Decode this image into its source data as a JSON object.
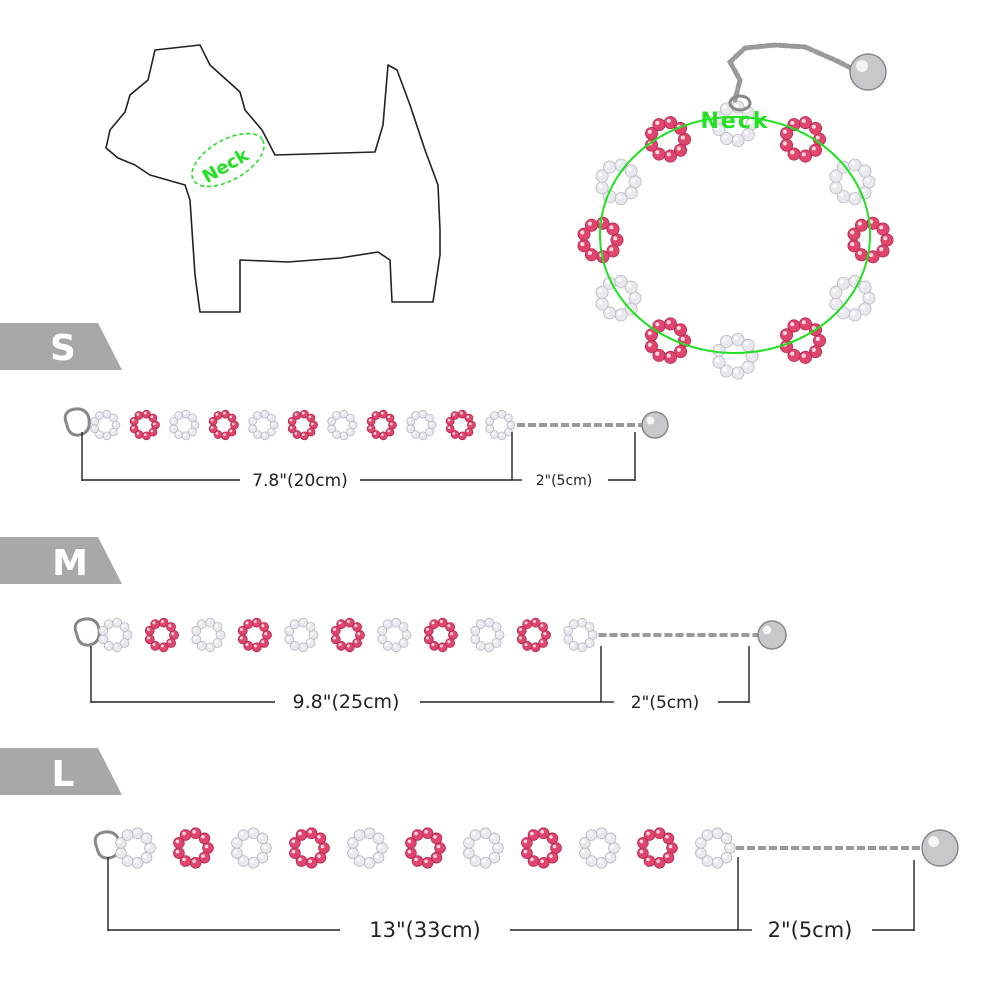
{
  "neck_label": "Neck",
  "colors": {
    "badge": "#a8a8a8",
    "neck_green": "#22e022",
    "crystal_pink": "#e0456e",
    "crystal_white": "#e8e8ee",
    "metal": "#9a9a9a"
  },
  "sizes": [
    {
      "label": "S",
      "chain_length": "7.8\"(20cm)",
      "extension": "2\"(5cm)",
      "pink_links": 5,
      "white_links": 6
    },
    {
      "label": "M",
      "chain_length": "9.8\"(25cm)",
      "extension": "2\"(5cm)",
      "pink_links": 5,
      "white_links": 6
    },
    {
      "label": "L",
      "chain_length": "13\"(33cm)",
      "extension": "2\"(5cm)",
      "pink_links": 5,
      "white_links": 6
    }
  ]
}
